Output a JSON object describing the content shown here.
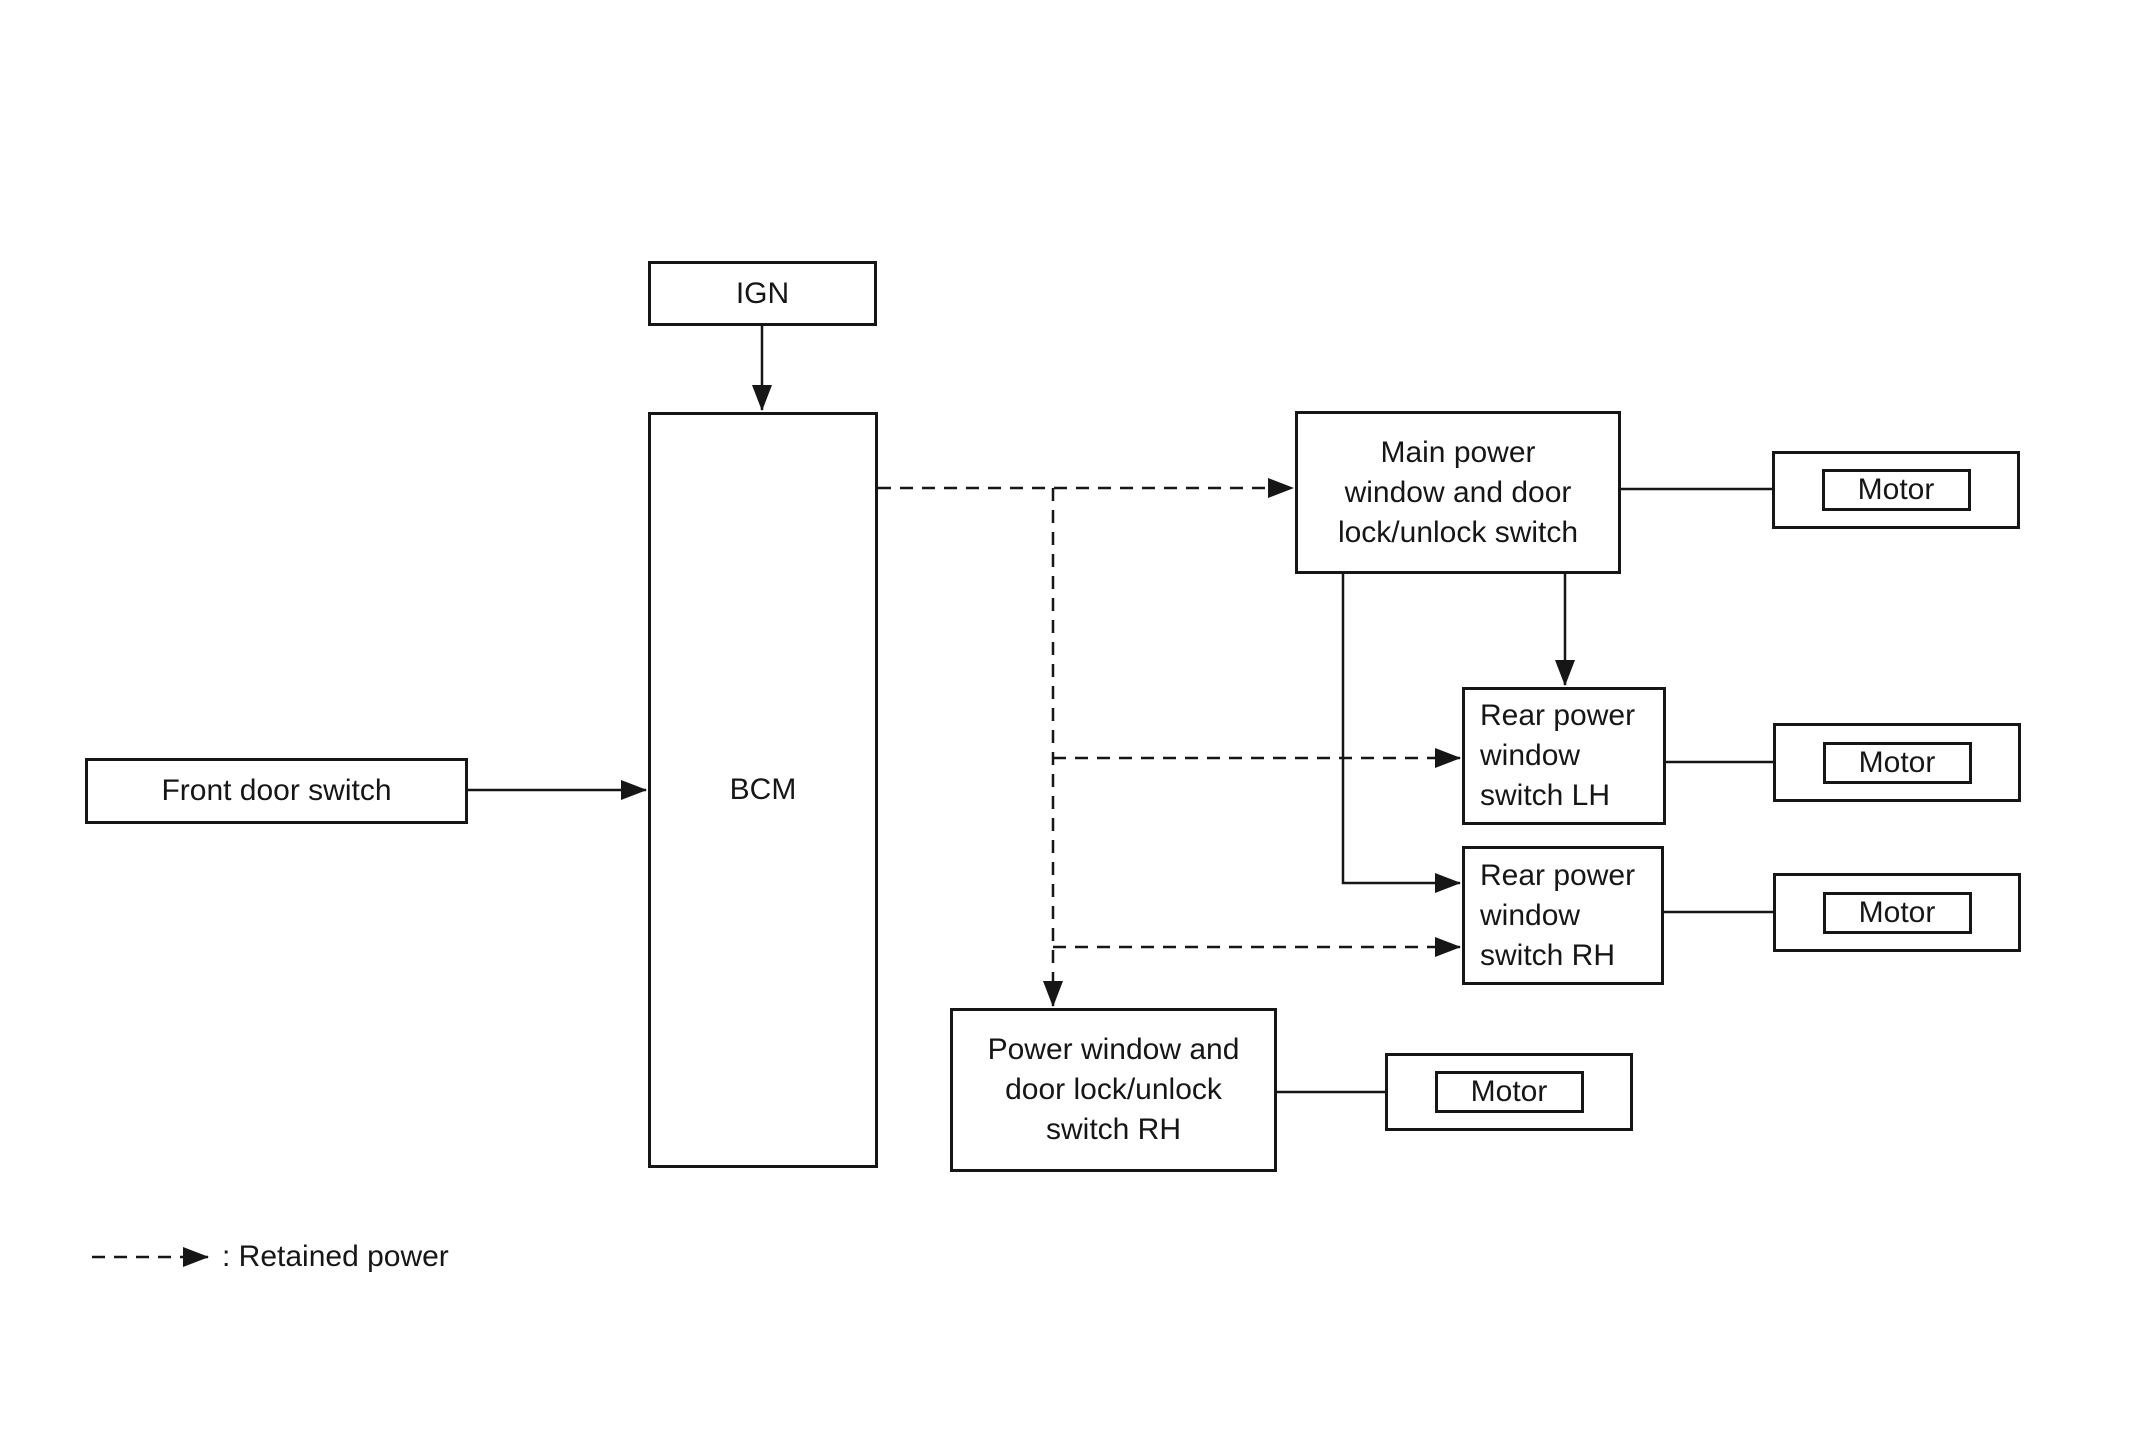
{
  "colors": {
    "background": "#ffffff",
    "line": "#161616",
    "text": "#161616"
  },
  "nodes": {
    "ign": {
      "label": "IGN"
    },
    "bcm": {
      "label": "BCM"
    },
    "front_door_switch": {
      "label": "Front door switch"
    },
    "main_power_window_switch": {
      "lines": [
        "Main power",
        "window and door",
        "lock/unlock switch"
      ]
    },
    "rear_power_window_switch_lh": {
      "lines": [
        "Rear power",
        "window",
        "switch LH"
      ]
    },
    "rear_power_window_switch_rh": {
      "lines": [
        "Rear power",
        "window",
        "switch RH"
      ]
    },
    "power_window_switch_rh": {
      "lines": [
        "Power window and",
        "door lock/unlock",
        "switch RH"
      ]
    },
    "motor": {
      "label": "Motor"
    }
  },
  "connections": [
    {
      "from": "ign",
      "to": "bcm",
      "style": "solid"
    },
    {
      "from": "front_door_switch",
      "to": "bcm",
      "style": "solid"
    },
    {
      "from": "bcm",
      "to": "main_power_window_switch",
      "style": "dashed"
    },
    {
      "from": "bcm",
      "to": "rear_power_window_switch_lh",
      "style": "dashed"
    },
    {
      "from": "bcm",
      "to": "rear_power_window_switch_rh",
      "style": "dashed"
    },
    {
      "from": "bcm",
      "to": "power_window_switch_rh",
      "style": "dashed"
    },
    {
      "from": "main_power_window_switch",
      "to": "rear_power_window_switch_lh",
      "style": "solid"
    },
    {
      "from": "main_power_window_switch",
      "to": "rear_power_window_switch_rh",
      "style": "solid"
    },
    {
      "from": "main_power_window_switch",
      "to": "motor",
      "style": "solid"
    },
    {
      "from": "rear_power_window_switch_lh",
      "to": "motor",
      "style": "solid"
    },
    {
      "from": "rear_power_window_switch_rh",
      "to": "motor",
      "style": "solid"
    },
    {
      "from": "power_window_switch_rh",
      "to": "motor",
      "style": "solid"
    }
  ],
  "legend": {
    "label": ": Retained power",
    "line_style": "dashed"
  }
}
